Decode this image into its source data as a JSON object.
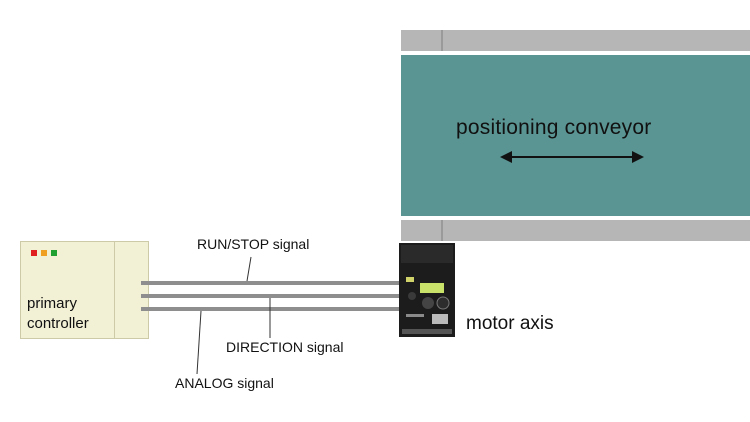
{
  "conveyor": {
    "label": "positioning conveyor",
    "belt_color": "#5a9593",
    "rail_color": "#b6b6b6"
  },
  "controller": {
    "label_line1": "primary",
    "label_line2": "controller",
    "box_color": "#f2f0d5",
    "led_colors": [
      "#e02020",
      "#f0a020",
      "#20a030"
    ]
  },
  "signals": {
    "run_stop": "RUN/STOP signal",
    "direction": "DIRECTION signal",
    "analog": "ANALOG signal"
  },
  "motor": {
    "label": "motor axis"
  }
}
